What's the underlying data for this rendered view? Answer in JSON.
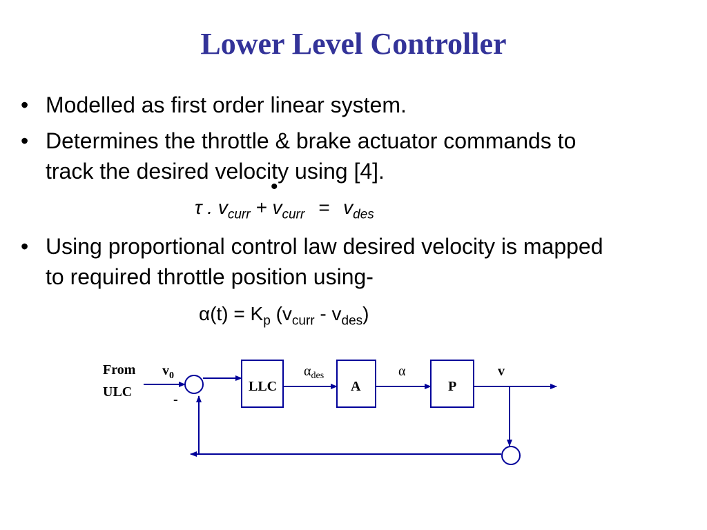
{
  "title": "Lower Level Controller",
  "bullets": [
    {
      "marker": "•",
      "lines": [
        "Modelled as first order linear system."
      ]
    },
    {
      "marker": "•",
      "lines": [
        "Determines the throttle & brake actuator commands to",
        "track the desired velocity using [4]."
      ]
    },
    {
      "marker": "•",
      "lines": [
        "Using proportional control law desired velocity is mapped",
        "to required throttle position using-"
      ]
    }
  ],
  "equation1": {
    "dot": "•",
    "tau": "τ .",
    "v1": "v",
    "v1_sub": "curr",
    "plus": "+",
    "v2": "v",
    "v2_sub": "curr",
    "equals": "=",
    "v3": "v",
    "v3_sub": "des"
  },
  "equation2": {
    "lhs": "α(t) = K",
    "k_sub": "p",
    "open": "(v",
    "v1_sub": "curr",
    "minus": "- v",
    "v2_sub": "des",
    "close": ")"
  },
  "diagram": {
    "input_label_line1": "From",
    "input_label_line2": "ULC",
    "v0": "v",
    "v0_sub": "0",
    "minus_sign": "-",
    "block_llc": "LLC",
    "block_a": "A",
    "block_p": "P",
    "alpha_des": "α",
    "alpha_des_sub": "des",
    "alpha": "α",
    "output_v": "v",
    "line_color": "#000099"
  }
}
